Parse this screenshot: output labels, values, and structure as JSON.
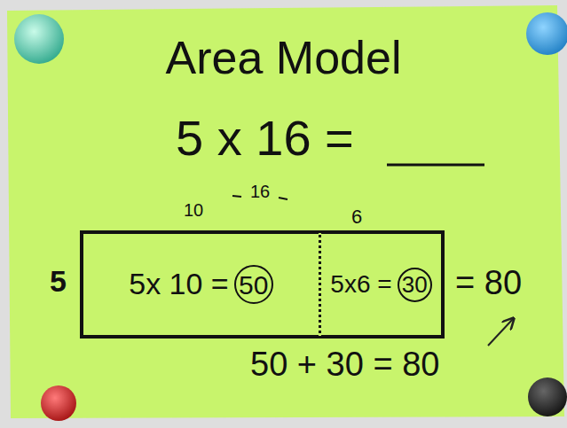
{
  "diagram": {
    "title": "Area Model",
    "nodes": [
      {
        "text": [
          "5x 10 ="
        ]
      },
      {
        "text": [
          "50"
        ],
        "in": 0
      },
      {
        "text": [
          "5x6 ="
        ]
      },
      {
        "text": [
          "30"
        ],
        "in": 2
      }
    ],
    "labels": [
      "5 x 16 =",
      "10",
      "16",
      "6",
      "5",
      "= 80",
      "50 + 30 = 80"
    ]
  }
}
